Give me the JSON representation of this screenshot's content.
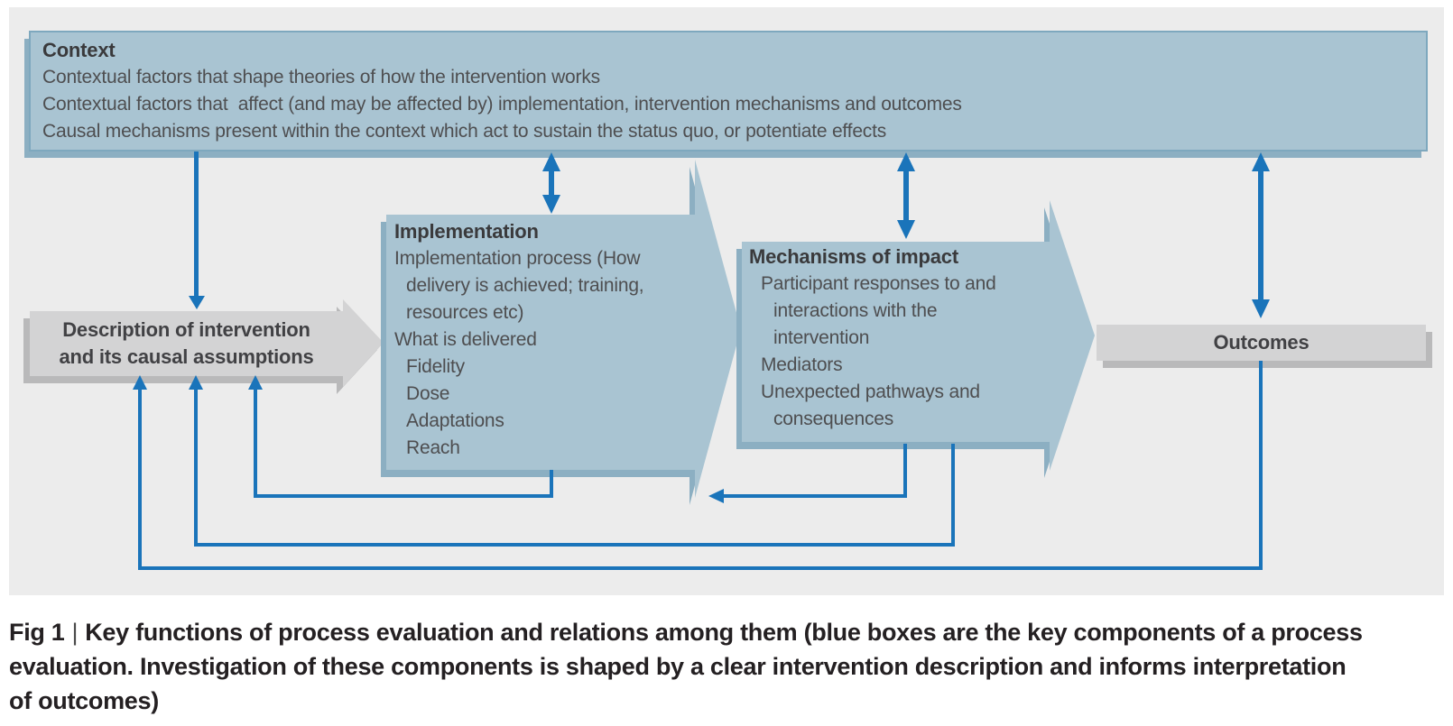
{
  "colors": {
    "panel_bg": "#ececec",
    "box_blue": "#a9c4d2",
    "box_blue_shadow": "#8cafc2",
    "context_border": "#7ea8be",
    "box_gray": "#d3d3d4",
    "box_gray_shadow": "#b9b9ba",
    "arrow_blue": "#1a74ba",
    "body_text": "#4e4e50",
    "caption_text": "#242022"
  },
  "boxes": {
    "context": {
      "title": "Context",
      "lines": [
        "Contextual factors that shape theories of how the intervention works",
        "Contextual factors that  affect (and may be affected by) implementation, intervention mechanisms and outcomes",
        "Causal mechanisms present within the context which act to sustain the status quo, or potentiate effects"
      ]
    },
    "description": {
      "lines": [
        "Description of intervention",
        "and its causal assumptions"
      ]
    },
    "implementation": {
      "title": "Implementation",
      "lines": [
        "Implementation process (How",
        "delivery is achieved; training,",
        "resources etc)",
        "What is delivered",
        "Fidelity",
        "Dose",
        "Adaptations",
        "Reach"
      ]
    },
    "mechanisms": {
      "title": "Mechanisms of impact",
      "lines": [
        "Participant responses to and",
        "interactions with the",
        "intervention",
        "Mediators",
        "Unexpected pathways and",
        "consequences"
      ]
    },
    "outcomes": {
      "title": "Outcomes"
    }
  },
  "connections": [
    {
      "from": "context",
      "to": "description-of-intervention",
      "type": "one-way"
    },
    {
      "from": "context",
      "to": "implementation",
      "type": "two-way"
    },
    {
      "from": "context",
      "to": "mechanisms-of-impact",
      "type": "two-way"
    },
    {
      "from": "context",
      "to": "outcomes",
      "type": "two-way"
    },
    {
      "from": "implementation",
      "to": "description-of-intervention",
      "type": "feedback"
    },
    {
      "from": "mechanisms-of-impact",
      "to": "implementation",
      "type": "feedback"
    },
    {
      "from": "mechanisms-of-impact",
      "to": "description-of-intervention",
      "type": "feedback"
    },
    {
      "from": "outcomes",
      "to": "description-of-intervention",
      "type": "feedback"
    }
  ],
  "caption": {
    "fig_label": "Fig 1",
    "separator": "|",
    "lines": [
      "Key functions of process evaluation and relations among them (blue boxes are the key components of a process",
      "evaluation. Investigation of these components is shaped by a clear intervention description and informs interpretation",
      "of outcomes)"
    ]
  }
}
